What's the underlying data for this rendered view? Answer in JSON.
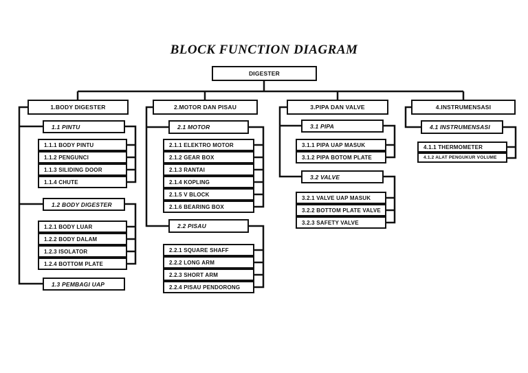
{
  "title": "BLOCK FUNCTION DIAGRAM",
  "root": {
    "label": "DIGESTER"
  },
  "branches": [
    {
      "label": "1.BODY DIGESTER",
      "groups": [
        {
          "label": "1.1 PINTU",
          "items": [
            "1.1.1 BODY PINTU",
            "1.1.2 PENGUNCI",
            "1.1.3 SILIDING DOOR",
            "1.1.4 CHUTE"
          ]
        },
        {
          "label": "1.2 BODY DIGESTER",
          "items": [
            "1.2.1 BODY LUAR",
            "1.2.2 BODY DALAM",
            "1.2.3 ISOLATOR",
            "1.2.4 BOTTOM PLATE"
          ]
        },
        {
          "label": "1.3 PEMBAGI UAP",
          "items": []
        }
      ]
    },
    {
      "label": "2.MOTOR DAN PISAU",
      "groups": [
        {
          "label": "2.1 MOTOR",
          "items": [
            "2.1.1 ELEKTRO MOTOR",
            "2.1.2 GEAR BOX",
            "2.1.3 RANTAI",
            "2.1.4 KOPLING",
            "2.1.5 V BLOCK",
            "2.1.6 BEARING BOX"
          ]
        },
        {
          "label": "2.2 PISAU",
          "items": [
            "2.2.1 SQUARE SHAFF",
            "2.2.2 LONG ARM",
            "2.2.3 SHORT ARM",
            "2.2.4 PISAU PENDORONG"
          ]
        }
      ]
    },
    {
      "label": "3.PIPA DAN VALVE",
      "groups": [
        {
          "label": "3.1 PIPA",
          "items": [
            "3.1.1 PIPA UAP MASUK",
            "3.1.2 PIPA BOTOM PLATE"
          ]
        },
        {
          "label": "3.2 VALVE",
          "items": [
            "3.2.1 VALVE UAP MASUK",
            "3.2.2 BOTTOM PLATE VALVE",
            "3.2.3 SAFETY VALVE"
          ]
        }
      ]
    },
    {
      "label": "4.INSTRUMENSASI",
      "groups": [
        {
          "label": "4.1 INSTRUMENSASI",
          "items": [
            "4.1.1 THERMOMETER",
            "4.1.2 ALAT PENGUKUR VOLUME"
          ]
        }
      ]
    }
  ],
  "colors": {
    "line": "#111111",
    "box_bg": "#ffffff",
    "text": "#111111",
    "page_bg": "#ffffff"
  }
}
